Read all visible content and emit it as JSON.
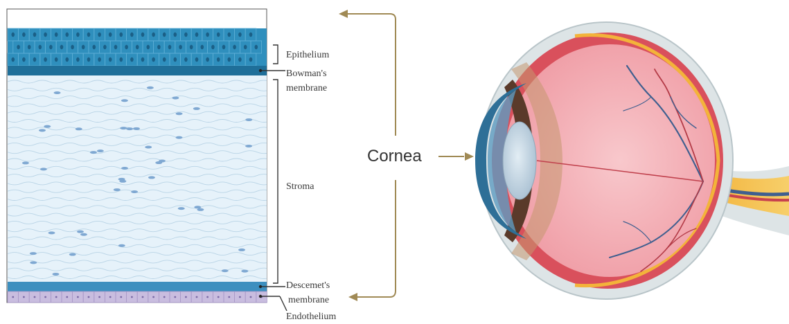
{
  "layers": {
    "epithelium": "Epithelium",
    "bowman_line1": "Bowman's",
    "bowman_line2": "membrane",
    "stroma": "Stroma",
    "descemet_line1": "Descemet's",
    "descemet_line2": "membrane",
    "endothelium": "Endothelium"
  },
  "cornea_label": "Cornea",
  "colors": {
    "epithelium": "#2f8fbd",
    "bowman": "#1f6f99",
    "stroma": "#e6f2fa",
    "stroma_fiber": "#b9d4e6",
    "stroma_cell": "#7fa8d2",
    "descemet": "#3c8fbf",
    "endothelium": "#c9bddf",
    "arrow": "#a08a55",
    "eye_sclera": "#dde4e6",
    "eye_choroid": "#d9505c",
    "eye_retina": "#f4b6ba",
    "eye_macula_yellow": "#f3b33a",
    "iris": "#5a3a2a",
    "lens": "#b9ccdb",
    "cornea_blue": "#2e6f97"
  }
}
